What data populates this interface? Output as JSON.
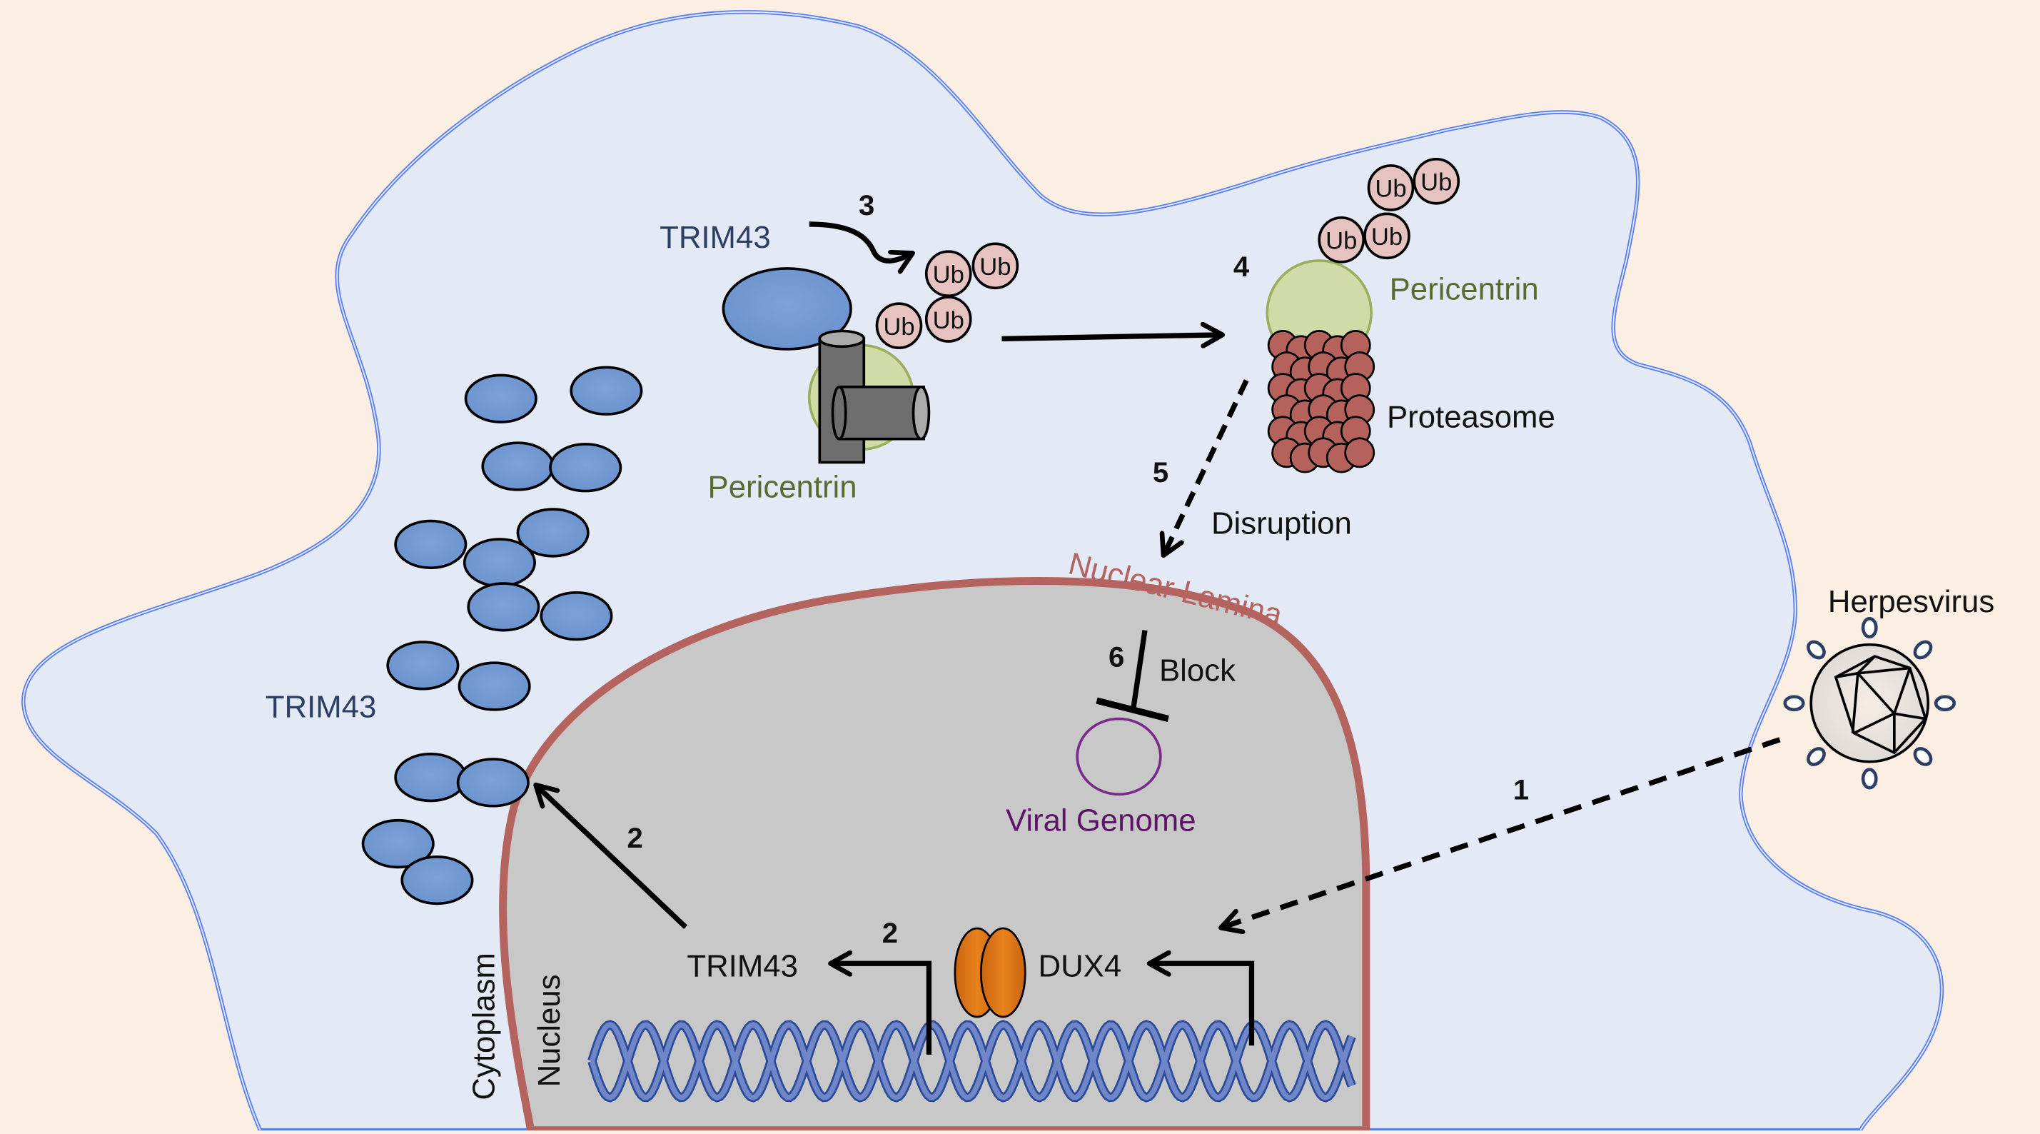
{
  "diagram": {
    "title": "TRIM43 antiviral mechanism against herpesvirus",
    "colors": {
      "background": "#fbeee2",
      "cytoplasm": "#e4eaf5",
      "cell_membrane": "#5b7ff0",
      "nucleus": "#c8c8c8",
      "nuclear_lamina": "#b5635e",
      "trim43": "#6f98d2",
      "pericentrin": "#d0dba8",
      "ubiquitin": "#e6c3c0",
      "proteasome": "#b5625c",
      "dux4": "#e07a18",
      "dna": "#4d6cb5",
      "viral_genome": "#7a2a8a"
    },
    "compartments": {
      "cytoplasm": "Cytoplasm",
      "nucleus": "Nucleus",
      "nuclear_lamina": "Nuclear Lamina"
    },
    "labels": {
      "herpesvirus": "Herpesvirus",
      "dux4": "DUX4",
      "trim43_nucleus": "TRIM43",
      "trim43_cytoplasm": "TRIM43",
      "trim43_complex": "TRIM43",
      "pericentrin_complex": "Pericentrin",
      "pericentrin_degraded": "Pericentrin",
      "proteasome": "Proteasome",
      "disruption": "Disruption",
      "block": "Block",
      "viral_genome": "Viral Genome",
      "ubiquitin": "Ub"
    },
    "steps": {
      "s1": "1",
      "s2a": "2",
      "s2b": "2",
      "s3": "3",
      "s4": "4",
      "s5": "5",
      "s6": "6"
    }
  }
}
